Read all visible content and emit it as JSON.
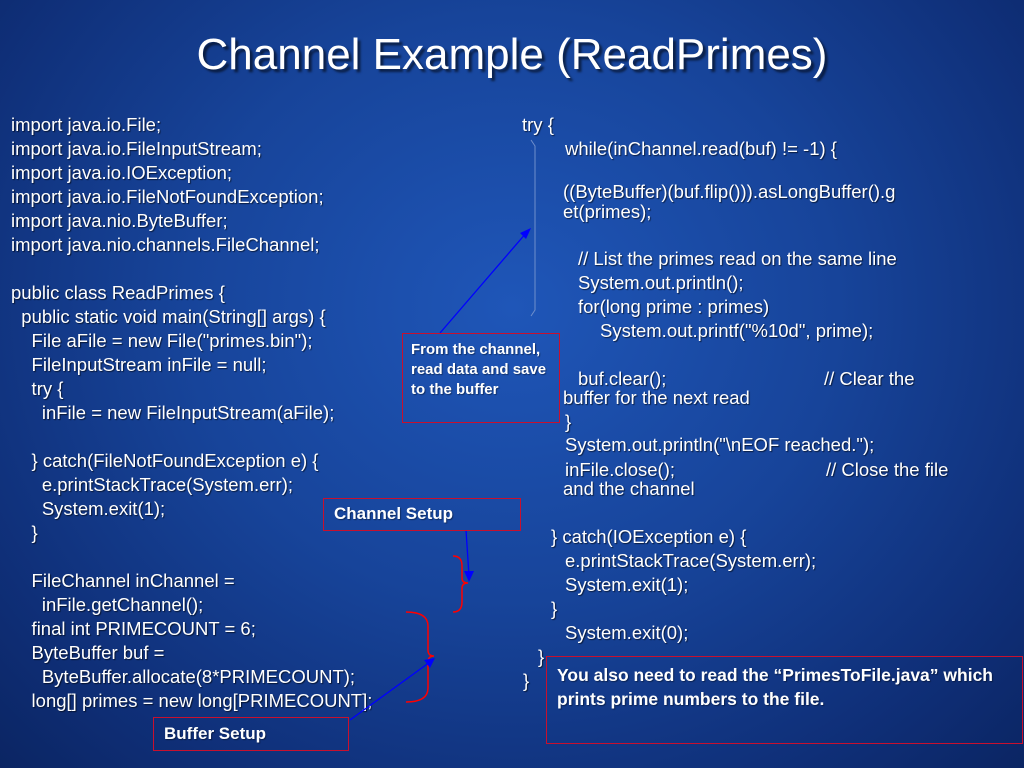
{
  "title": "Channel Example (ReadPrimes)",
  "left_code": [
    "import java.io.File;",
    "import java.io.FileInputStream;",
    "import java.io.IOException;",
    "import java.io.FileNotFoundException;",
    "import java.nio.ByteBuffer;",
    "import java.nio.channels.FileChannel;",
    "",
    "public class ReadPrimes {",
    "  public static void main(String[] args) {",
    "    File aFile = new File(\"primes.bin\");",
    "    FileInputStream inFile = null;",
    "    try {",
    "      inFile = new FileInputStream(aFile);",
    "",
    "    } catch(FileNotFoundException e) {",
    "      e.printStackTrace(System.err);",
    "      System.exit(1);",
    "    }",
    "",
    "    FileChannel inChannel =",
    "      inFile.getChannel();",
    "    final int PRIMECOUNT = 6;",
    "    ByteBuffer buf =",
    "      ByteBuffer.allocate(8*PRIMECOUNT);",
    "    long[] primes = new long[PRIMECOUNT];"
  ],
  "right_code": {
    "try": "try {",
    "while": "while(inChannel.read(buf) != -1) {",
    "bytebuffer_1": "((ByteBuffer)(buf.flip())).asLongBuffer().g",
    "bytebuffer_2": "et(primes);",
    "comment_list": "// List the primes read on the same line",
    "println": "System.out.println();",
    "for": "for(long prime : primes)",
    "printf": "System.out.printf(\"%10d\", prime);",
    "buf_clear": "buf.clear();",
    "clear_comment": "// Clear the",
    "clear_comment_2": "buffer for the next read",
    "close_brace_1": "}",
    "eof": "System.out.println(\"\\nEOF reached.\");",
    "infile_close": "inFile.close();",
    "close_comment": "// Close the file",
    "close_comment_2": "and the channel",
    "catch": "} catch(IOException e) {",
    "stacktrace": "e.printStackTrace(System.err);",
    "exit1": "System.exit(1);",
    "close_brace_2": "}",
    "exit0": "System.exit(0);",
    "close_brace_3": "}",
    "close_brace_4": "}"
  },
  "callouts": {
    "read_data": "From the channel, read data and save to the buffer",
    "channel_setup": "Channel Setup",
    "buffer_setup": "Buffer Setup",
    "note": "You also need to read the “PrimesToFile.java” which prints prime numbers to the file."
  },
  "colors": {
    "background": "#17449a",
    "callout_border": "#c8102e",
    "arrow": "#0000ff",
    "bracket": "#ff0000"
  }
}
